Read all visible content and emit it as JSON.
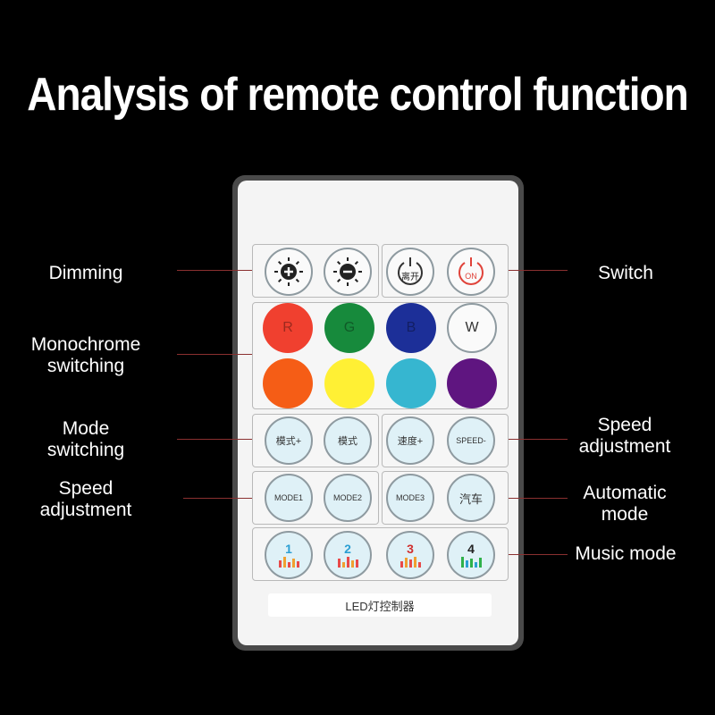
{
  "title": "Analysis of remote control function",
  "labels": {
    "dimming": "Dimming",
    "switch": "Switch",
    "monochrome_line1": "Monochrome",
    "monochrome_line2": "switching",
    "mode_line1": "Mode",
    "mode_line2": "switching",
    "speed_right_line1": "Speed",
    "speed_right_line2": "adjustment",
    "speed_left_line1": "Speed",
    "speed_left_line2": "adjustment",
    "auto_line1": "Automatic",
    "auto_line2": "mode",
    "music": "Music mode"
  },
  "remote": {
    "footer_label": "LED灯控制器",
    "power_off_label": "离开",
    "power_on_label": "ON",
    "color_letters": {
      "r": "R",
      "g": "G",
      "b": "B",
      "w": "W"
    },
    "mode_row": [
      "模式+",
      "模式",
      "速度+",
      "SPEED-"
    ],
    "auto_row": [
      "MODE1",
      "MODE2",
      "MODE3",
      "汽车"
    ],
    "music_row": [
      "1",
      "2",
      "3",
      "4"
    ]
  },
  "colors": {
    "red": "#f0402f",
    "green": "#178a3c",
    "blue": "#1c2f98",
    "orange": "#f55d16",
    "yellow": "#fff034",
    "cyan": "#36b6d0",
    "purple": "#5f1580",
    "leader": "#8a3030"
  }
}
